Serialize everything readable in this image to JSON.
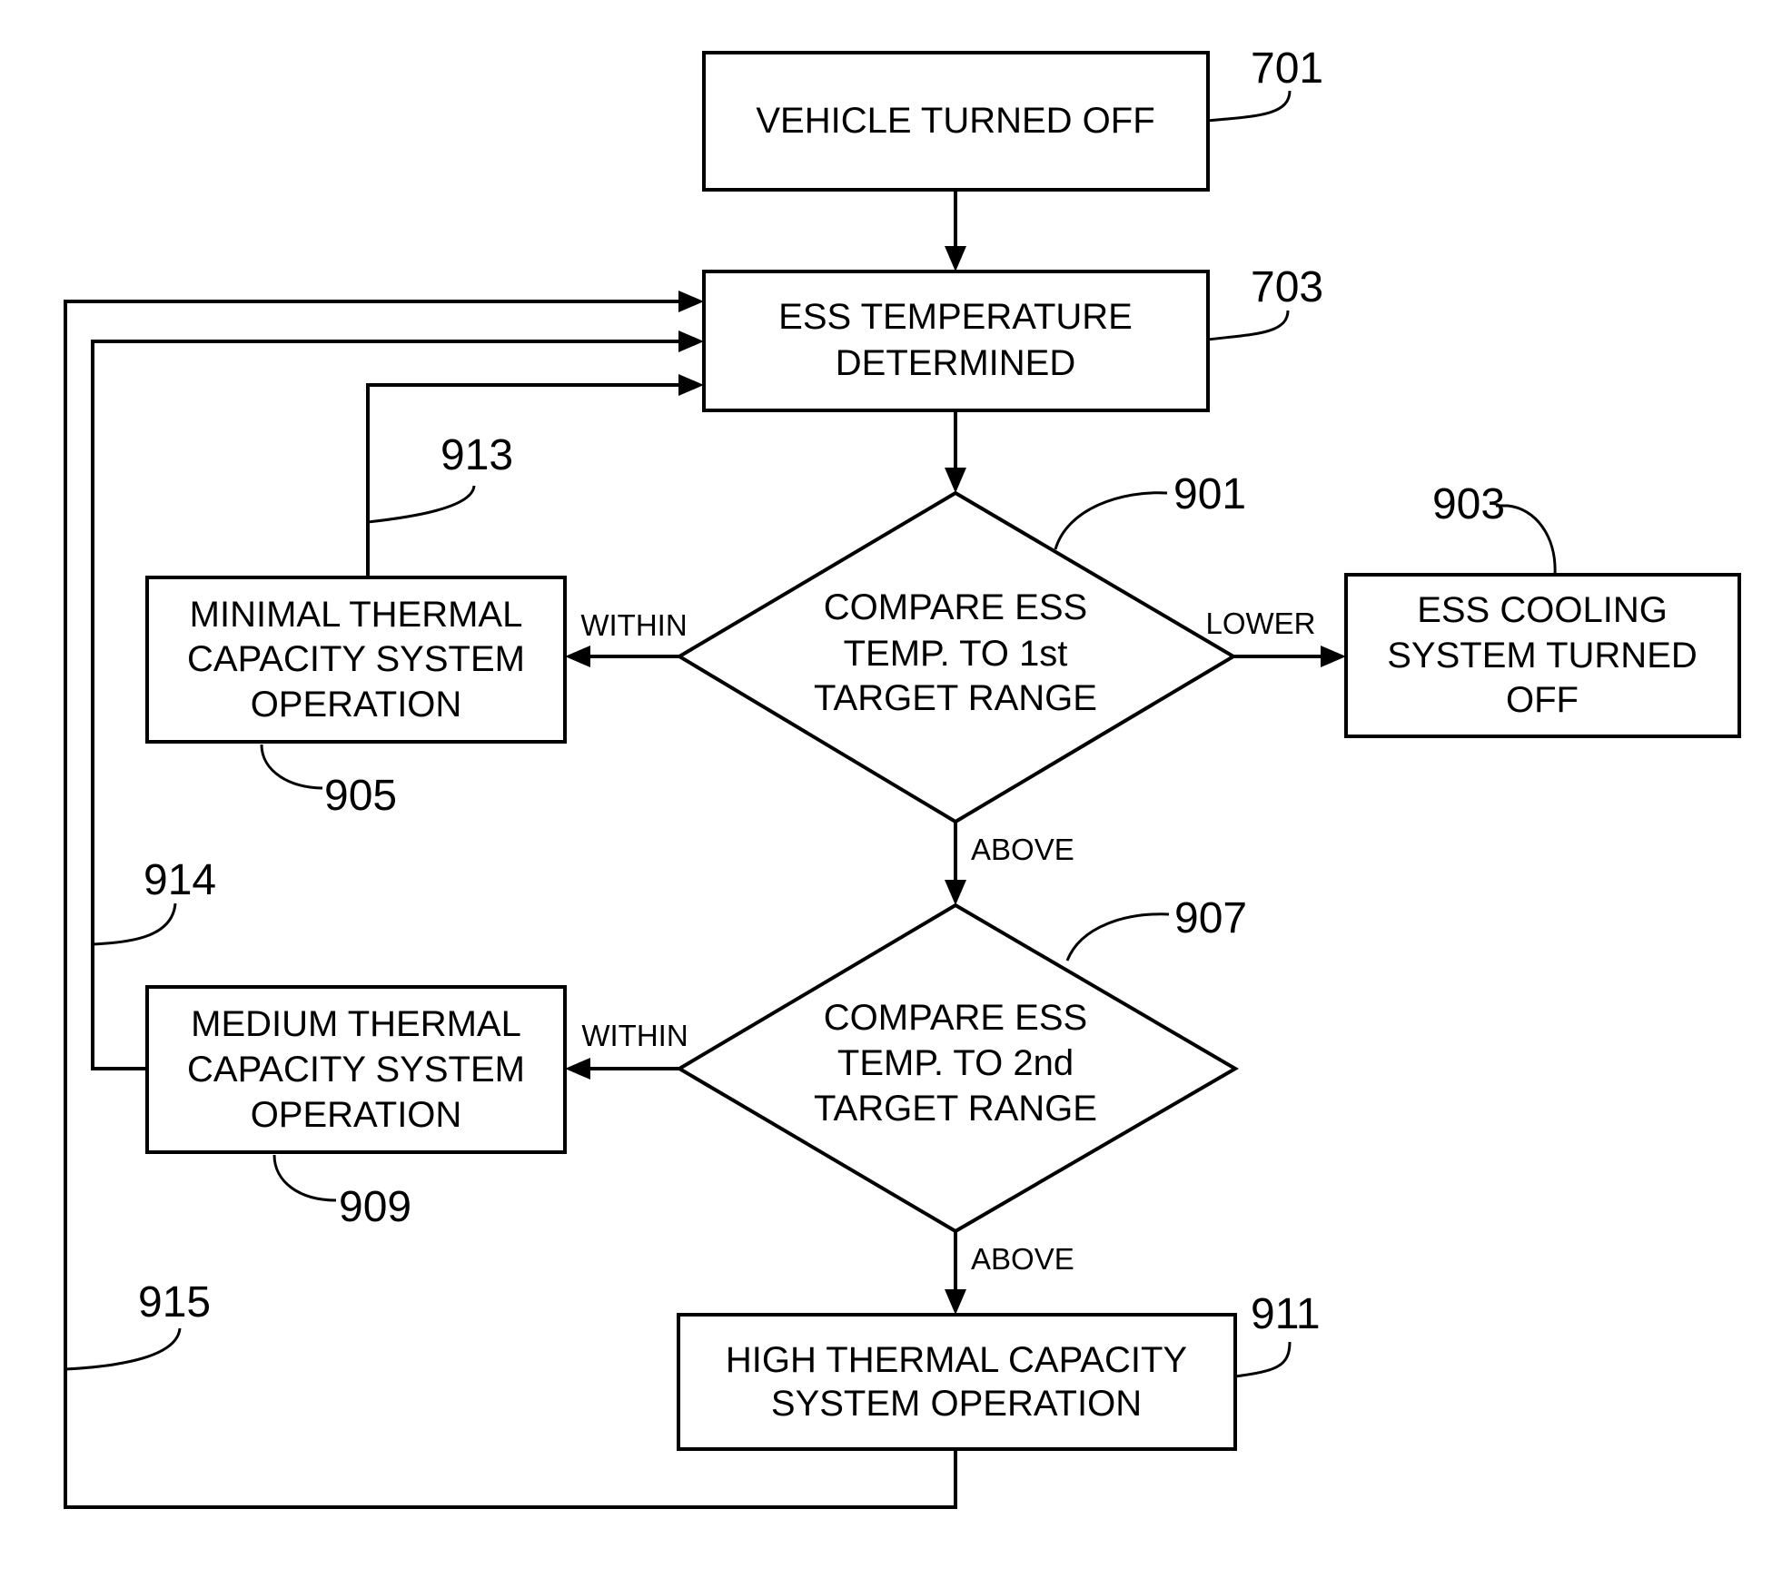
{
  "nodes": {
    "vehicle_off": {
      "lines": [
        "VEHICLE TURNED OFF"
      ],
      "ref": "701"
    },
    "ess_temp": {
      "lines": [
        "ESS TEMPERATURE",
        "DETERMINED"
      ],
      "ref": "703"
    },
    "compare_1st": {
      "lines": [
        "COMPARE ESS",
        "TEMP. TO 1st",
        "TARGET RANGE"
      ],
      "ref": "901"
    },
    "cooling_off": {
      "lines": [
        "ESS COOLING",
        "SYSTEM TURNED",
        "OFF"
      ],
      "ref": "903"
    },
    "minimal": {
      "lines": [
        "MINIMAL THERMAL",
        "CAPACITY SYSTEM",
        "OPERATION"
      ],
      "ref": "905"
    },
    "compare_2nd": {
      "lines": [
        "COMPARE ESS",
        "TEMP. TO 2nd",
        "TARGET RANGE"
      ],
      "ref": "907"
    },
    "medium": {
      "lines": [
        "MEDIUM THERMAL",
        "CAPACITY SYSTEM",
        "OPERATION"
      ],
      "ref": "909"
    },
    "high": {
      "lines": [
        "HIGH THERMAL CAPACITY",
        "SYSTEM OPERATION"
      ],
      "ref": "911"
    }
  },
  "edge_labels": {
    "within_1": "WITHIN",
    "lower": "LOWER",
    "above_1": "ABOVE",
    "within_2": "WITHIN",
    "above_2": "ABOVE"
  },
  "loop_refs": {
    "loop_913": "913",
    "loop_914": "914",
    "loop_915": "915"
  }
}
